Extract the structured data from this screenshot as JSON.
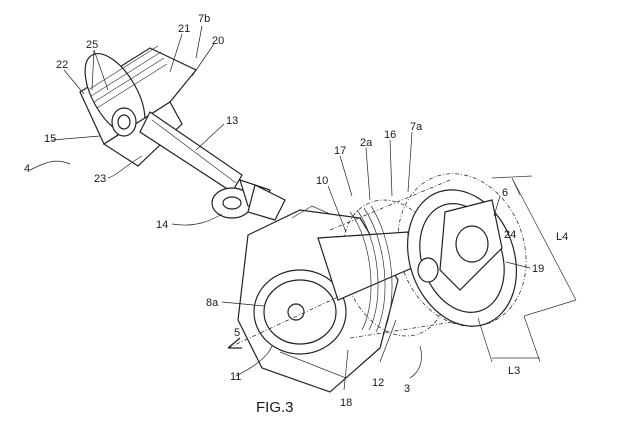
{
  "caption": "FIG.3",
  "labels": {
    "n25": "25",
    "n21": "21",
    "n7b": "7b",
    "n20": "20",
    "n22": "22",
    "n15": "15",
    "n4": "4",
    "n23": "23",
    "n13": "13",
    "n14": "14",
    "n17": "17",
    "n2a": "2a",
    "n16": "16",
    "n7a": "7a",
    "n10": "10",
    "n6": "6",
    "n24": "24",
    "nL4": "L4",
    "n19": "19",
    "n8a": "8a",
    "n5": "5",
    "n11": "11",
    "n12": "12",
    "n18": "18",
    "n3": "3",
    "nL3": "L3"
  }
}
